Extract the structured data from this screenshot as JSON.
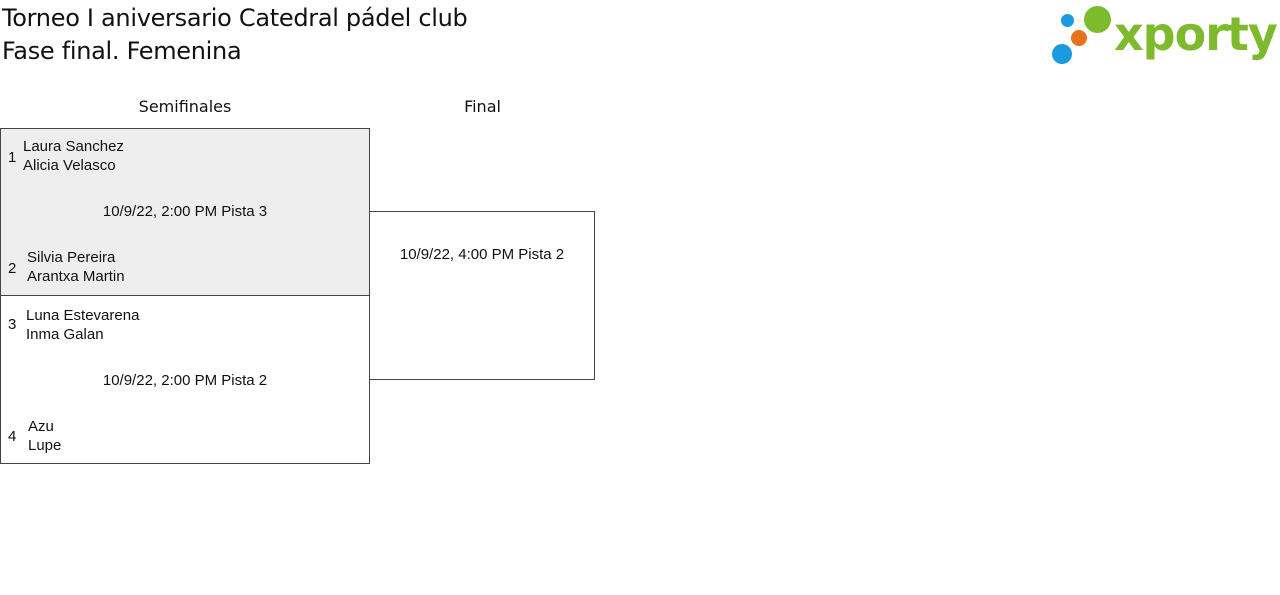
{
  "header": {
    "title_line1": "Torneo I aniversario Catedral pádel club",
    "title_line2": "Fase final. Femenina"
  },
  "logo": {
    "text": "xporty",
    "colors": {
      "green": "#7dba2d",
      "blue": "#1a9be0",
      "orange": "#e8731b"
    }
  },
  "rounds": {
    "semifinals_label": "Semifinales",
    "final_label": "Final"
  },
  "semifinals": [
    {
      "info": "10/9/22, 2:00 PM Pista 3",
      "team1": {
        "seed": "1",
        "players": [
          "Laura Sanchez",
          "Alicia Velasco"
        ]
      },
      "team2": {
        "seed": "2",
        "players": [
          "Silvia Pereira",
          "Arantxa Martin"
        ]
      }
    },
    {
      "info": "10/9/22, 2:00 PM Pista 2",
      "team1": {
        "seed": "3",
        "players": [
          "Luna Estevarena",
          "Inma Galan"
        ]
      },
      "team2": {
        "seed": "4",
        "players": [
          "Azu",
          "Lupe"
        ]
      }
    }
  ],
  "final": {
    "info": "10/9/22, 4:00 PM Pista 2"
  }
}
